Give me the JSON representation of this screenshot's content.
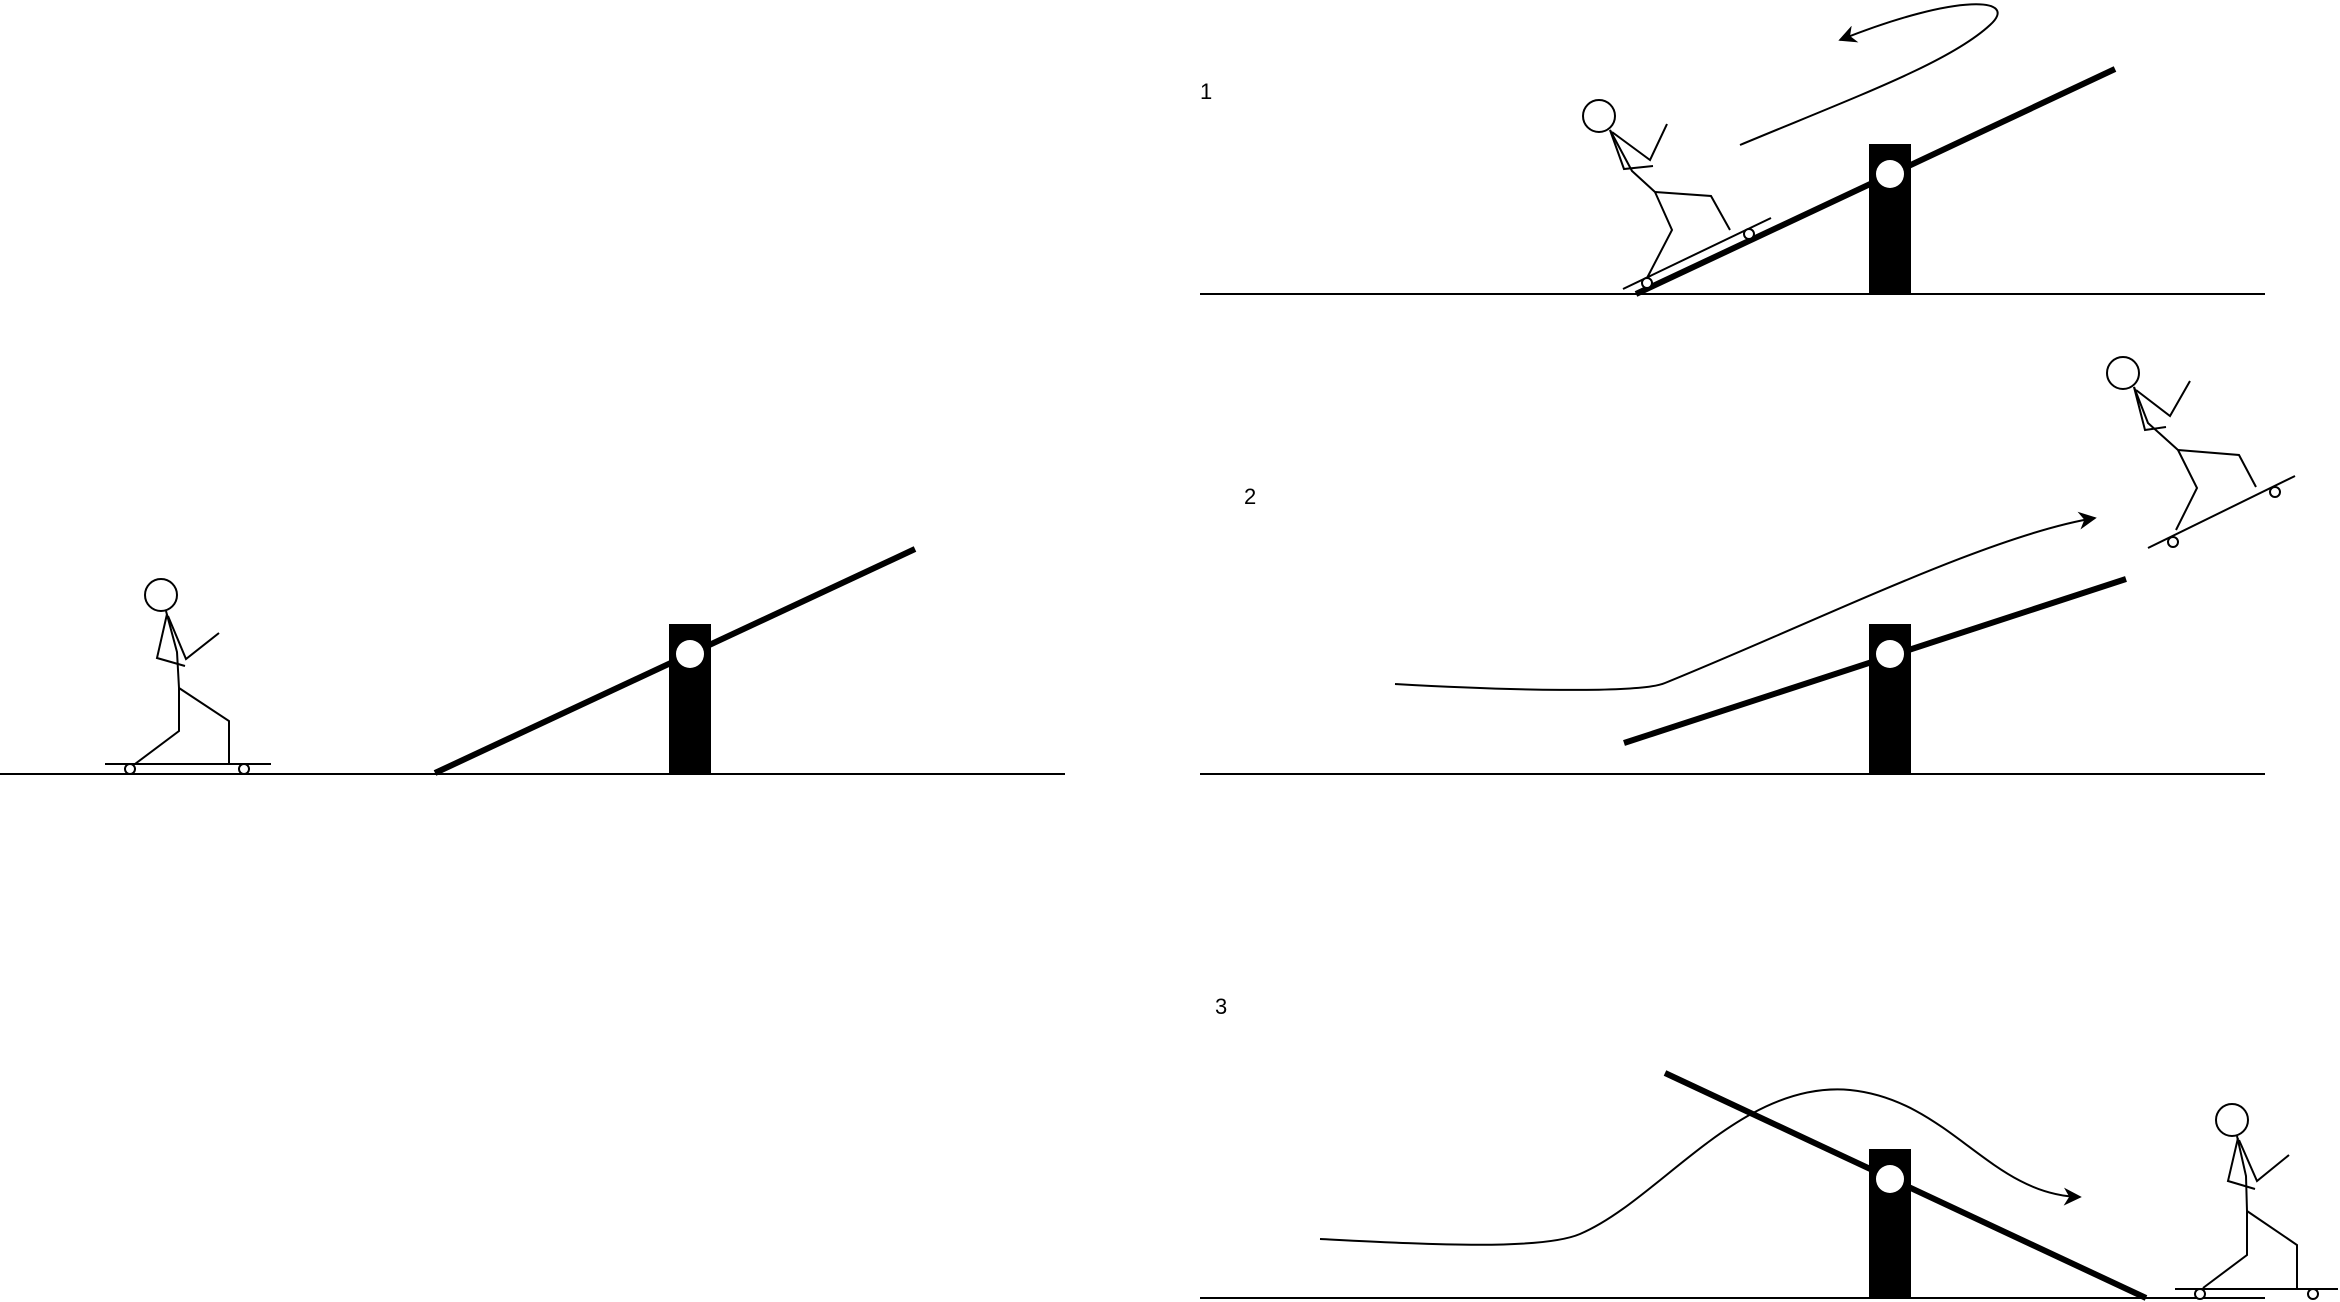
{
  "steps": [
    {
      "id": "1",
      "label": "1"
    },
    {
      "id": "2",
      "label": "2"
    },
    {
      "id": "3",
      "label": "3"
    }
  ],
  "colors": {
    "ink": "#000000",
    "background": "#ffffff",
    "pivot_hole": "#ffffff"
  },
  "icons": {
    "figure": "stick-figure-skateboarder-icon",
    "seesaw": "seesaw-ramp-icon",
    "arrow": "motion-arrow-icon"
  }
}
